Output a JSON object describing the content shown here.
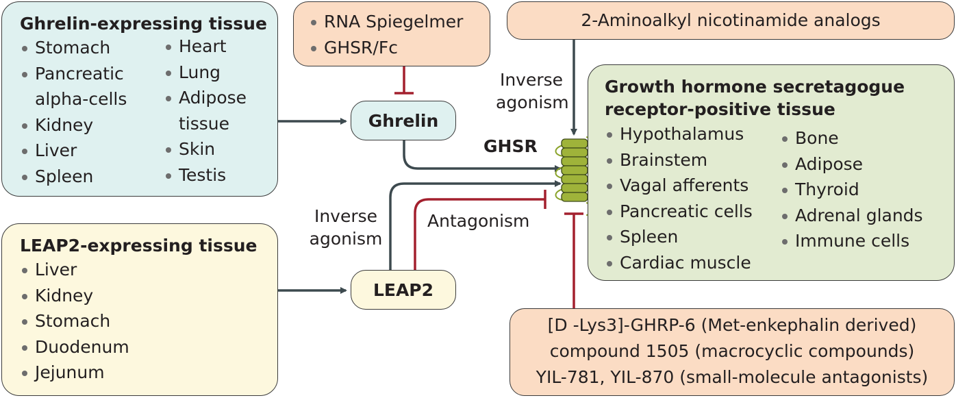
{
  "ghrelin_tissue": {
    "title": "Ghrelin-expressing tissue",
    "col1": [
      "Stomach",
      "Pancreatic",
      "alpha-cells",
      "Kidney",
      "Liver",
      "Spleen"
    ],
    "col2": [
      "Heart",
      "Lung",
      "Adipose",
      "tissue",
      "Skin",
      "Testis"
    ]
  },
  "leap2_tissue": {
    "title": "LEAP2-expressing tissue",
    "items": [
      "Liver",
      "Kidney",
      "Stomach",
      "Duodenum",
      "Jejunum"
    ]
  },
  "antagonists_top": {
    "items": [
      "RNA Spiegelmer",
      "GHSR/Fc"
    ]
  },
  "nicotinamide": {
    "label": "2-Aminoalkyl nicotinamide analogs"
  },
  "ghsr_tissue": {
    "title_line1": "Growth hormone secretagogue",
    "title_line2": "receptor-positive tissue",
    "col1": [
      "Hypothalamus",
      "Brainstem",
      "Vagal afferents",
      "Pancreatic cells",
      "Spleen",
      "Cardiac muscle"
    ],
    "col2": [
      "Bone",
      "Adipose",
      "Thyroid",
      "Adrenal glands",
      "Immune cells"
    ]
  },
  "antagonists_bottom": {
    "lines": [
      "[D -Lys3]-GHRP-6 (Met-enkephalin derived)",
      "compound 1505 (macrocyclic compounds)",
      "YIL-781, YIL-870 (small-molecule antagonists)"
    ]
  },
  "nodes": {
    "ghrelin": "Ghrelin",
    "leap2": "LEAP2",
    "ghsr": "GHSR"
  },
  "labels": {
    "inverse_top_1": "Inverse",
    "inverse_top_2": "agonism",
    "inverse_left_1": "Inverse",
    "inverse_left_2": "agonism",
    "antagonism": "Antagonism"
  },
  "colors": {
    "activation_arrow": "#3d4a4f",
    "inhibition": "#a3202e",
    "helix_fill": "#9fb33a",
    "helix_loop": "#8aa32a"
  }
}
